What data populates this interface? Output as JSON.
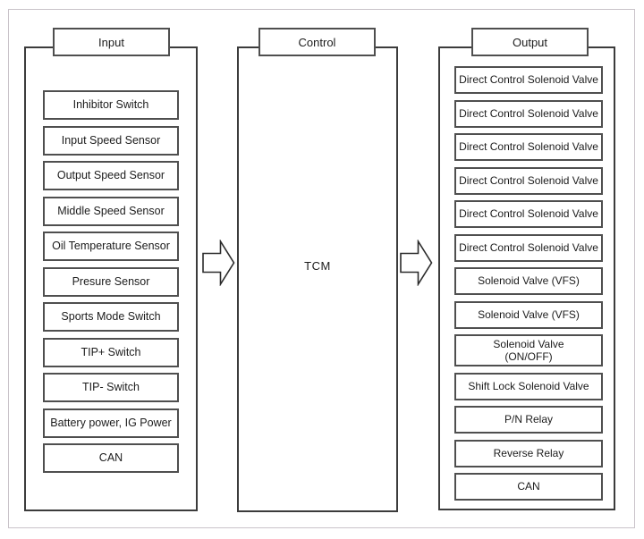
{
  "input": {
    "header": "Input",
    "items": [
      "Inhibitor Switch",
      "Input Speed Sensor",
      "Output Speed Sensor",
      "Middle Speed Sensor",
      "Oil Temperature Sensor",
      "Presure Sensor",
      "Sports Mode Switch",
      "TIP+ Switch",
      "TIP- Switch",
      "Battery power, IG Power",
      "CAN"
    ]
  },
  "control": {
    "header": "Control",
    "unit": "TCM"
  },
  "output": {
    "header": "Output",
    "items": [
      "Direct Control Solenoid Valve",
      "Direct Control Solenoid Valve",
      "Direct Control Solenoid Valve",
      "Direct Control Solenoid Valve",
      "Direct Control Solenoid Valve",
      "Direct Control Solenoid Valve",
      "Solenoid Valve (VFS)",
      "Solenoid Valve (VFS)",
      "Solenoid Valve\n(ON/OFF)",
      "Shift Lock Solenoid Valve",
      "P/N Relay",
      "Reverse Relay",
      "CAN"
    ]
  },
  "colors": {
    "container_border": "#3c3c3c",
    "box_border": "#4f4f4f",
    "page_border": "#c9c3c9",
    "background": "#ffffff",
    "text": "#1c1c1c"
  }
}
